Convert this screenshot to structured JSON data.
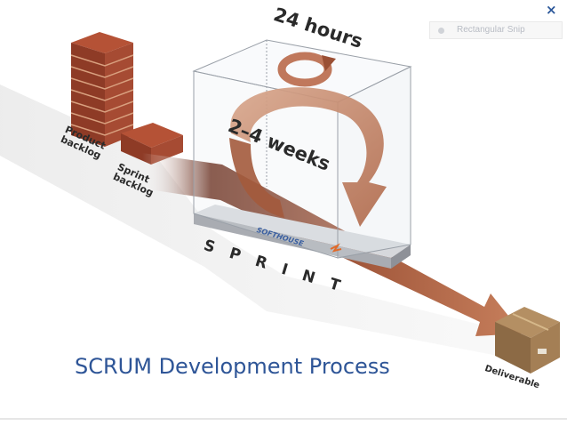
{
  "diagram": {
    "labels": {
      "product_backlog": "Product\nbacklog",
      "sprint_backlog": "Sprint\nbacklog",
      "daily_cycle": "24 hours",
      "sprint_cycle": "2–4 weeks",
      "sprint": "S P R I N T",
      "brand": "SOFTHOUSE",
      "deliverable": "Deliverable"
    }
  },
  "overlay": {
    "snip_label": "Rectangular Snip",
    "close_glyph": "×"
  },
  "caption": "SCRUM Development Process",
  "colors": {
    "brick": "#a64b33",
    "arrow": "#9a4f34",
    "caption": "#2e5597",
    "close": "#2b579a"
  }
}
